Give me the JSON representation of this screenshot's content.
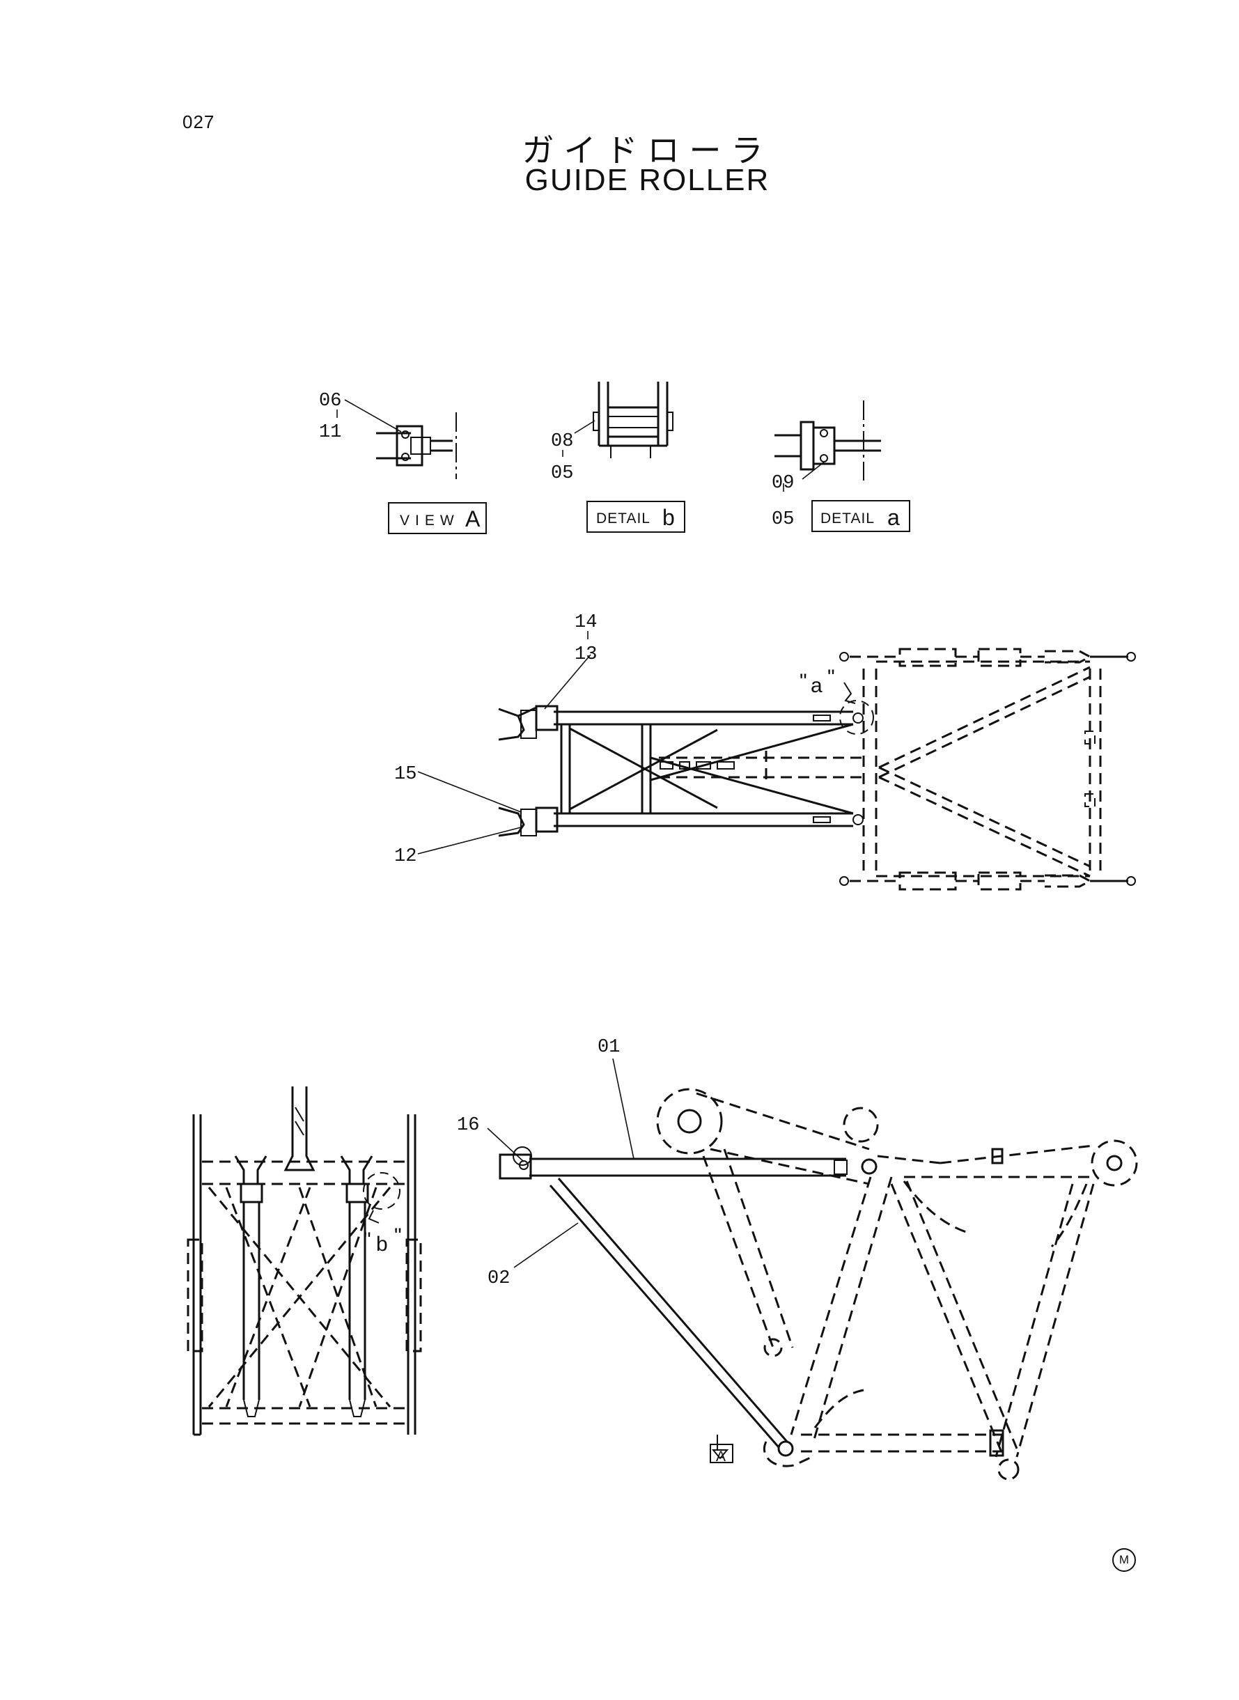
{
  "header": {
    "page_number": "027",
    "title_jp": "ガイドローラ",
    "title_en": "GUIDE ROLLER"
  },
  "views": {
    "view_a": {
      "word": "VIEW",
      "letter": "A",
      "callouts": [
        "06",
        "11"
      ]
    },
    "detail_b": {
      "word": "DETAIL",
      "letter": "b",
      "callouts": [
        "08",
        "05"
      ]
    },
    "detail_a": {
      "word": "DETAIL",
      "letter": "a",
      "callouts": [
        "09",
        "05"
      ]
    }
  },
  "callouts": {
    "top_view": [
      "14",
      "13",
      "15",
      "12"
    ],
    "side_view": [
      "01",
      "16",
      "02"
    ]
  },
  "detail_markers": {
    "a": "a",
    "b": "b",
    "arrow_a": "A"
  },
  "footer": {
    "mark": "M"
  }
}
